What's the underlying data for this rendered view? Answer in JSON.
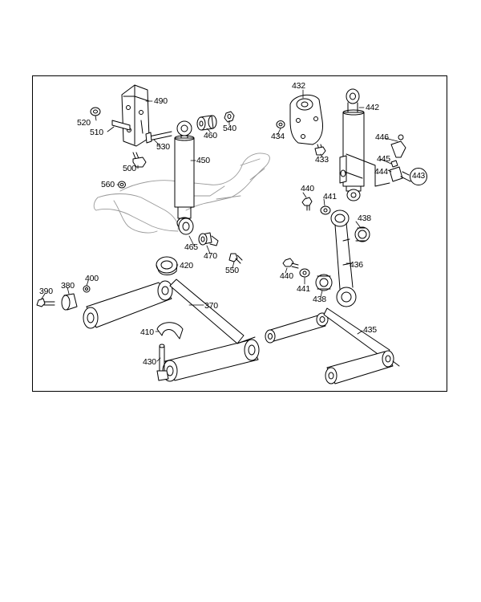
{
  "callouts": {
    "p490": "490",
    "p520": "520",
    "p510": "510",
    "p530": "530",
    "p460": "460",
    "p540": "540",
    "p500": "500",
    "p450": "450",
    "p560": "560",
    "p465": "465",
    "p470": "470",
    "p550": "550",
    "p420": "420",
    "p400": "400",
    "p390": "390",
    "p380": "380",
    "p370": "370",
    "p410": "410",
    "p430": "430",
    "p432": "432",
    "p442": "442",
    "p434": "434",
    "p433": "433",
    "p446": "446",
    "p445": "445",
    "p444": "444",
    "p443": "443",
    "p440a": "440",
    "p441a": "441",
    "p438a": "438",
    "p436": "436",
    "p440b": "440",
    "p441b": "441",
    "p438b": "438",
    "p435": "435"
  },
  "colors": {
    "line": "#000000",
    "ghost": "#9a9a9a",
    "fill": "#ffffff"
  }
}
